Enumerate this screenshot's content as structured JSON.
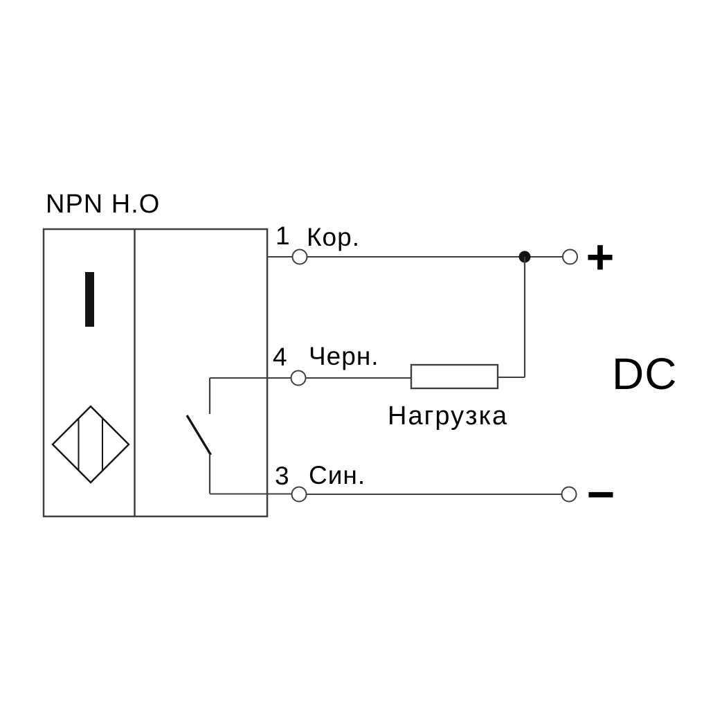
{
  "title": "NPN H.O",
  "pins": [
    {
      "number": "1",
      "color_label": "Кор."
    },
    {
      "number": "4",
      "color_label": "Черн."
    },
    {
      "number": "3",
      "color_label": "Син."
    }
  ],
  "load": {
    "label": "Нагрузка"
  },
  "supply": {
    "label": "DC",
    "plus": "+",
    "minus": "−"
  },
  "colors": {
    "background": "#ffffff",
    "line": "#3f3f3f",
    "symbol": "#141414",
    "text": "#000000"
  }
}
